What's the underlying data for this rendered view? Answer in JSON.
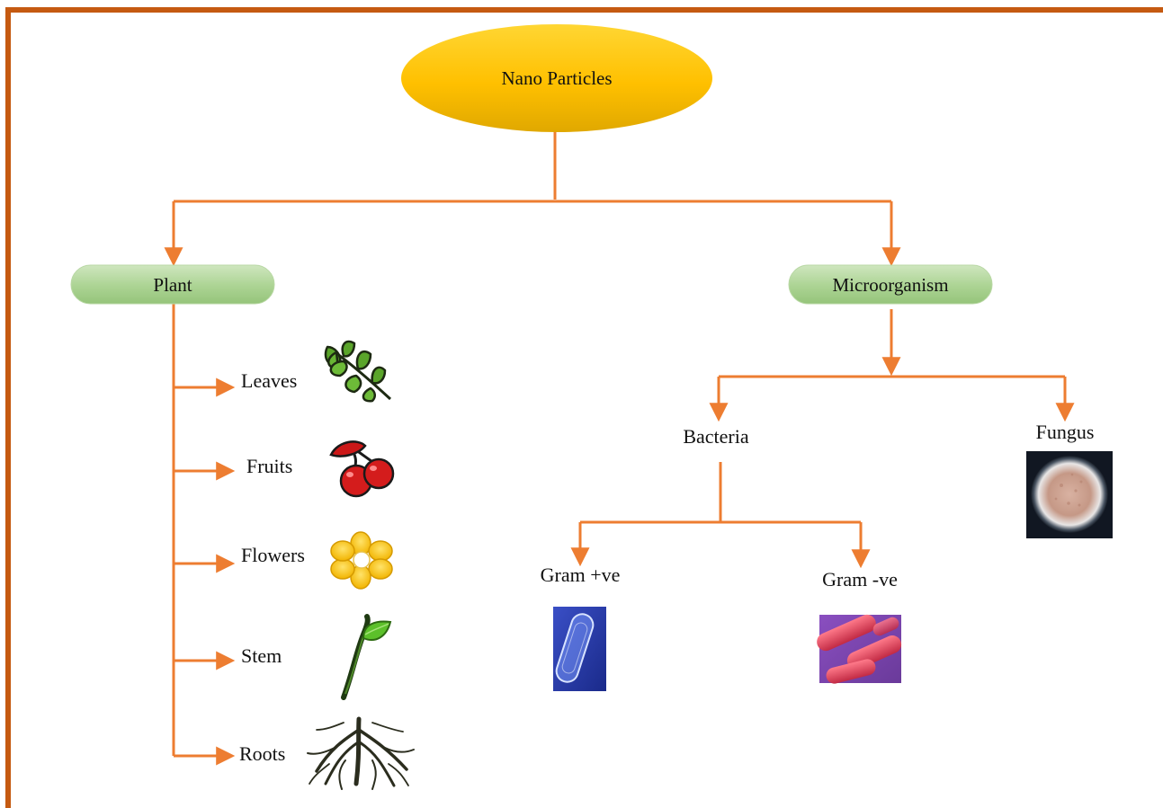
{
  "root": {
    "label": "Nano Particles"
  },
  "plant": {
    "label": "Plant",
    "items": [
      {
        "label": "Leaves",
        "icon": "leaves-icon"
      },
      {
        "label": "Fruits",
        "icon": "cherries-icon"
      },
      {
        "label": "Flowers",
        "icon": "flower-icon"
      },
      {
        "label": "Stem",
        "icon": "stem-icon"
      },
      {
        "label": "Roots",
        "icon": "roots-icon"
      }
    ]
  },
  "microorganism": {
    "label": "Microorganism",
    "bacteria": {
      "label": "Bacteria"
    },
    "fungus": {
      "label": "Fungus",
      "image": "fungus-colony-image"
    },
    "gram_positive": {
      "label": "Gram +ve",
      "image": "gram-positive-bacterium-image"
    },
    "gram_negative": {
      "label": "Gram -ve",
      "image": "gram-negative-bacteria-image"
    }
  },
  "colors": {
    "frame": "#c55a11",
    "connector": "#ed7d31",
    "root_fill": "#ffc000",
    "pill_fill": "#a9d18e"
  }
}
